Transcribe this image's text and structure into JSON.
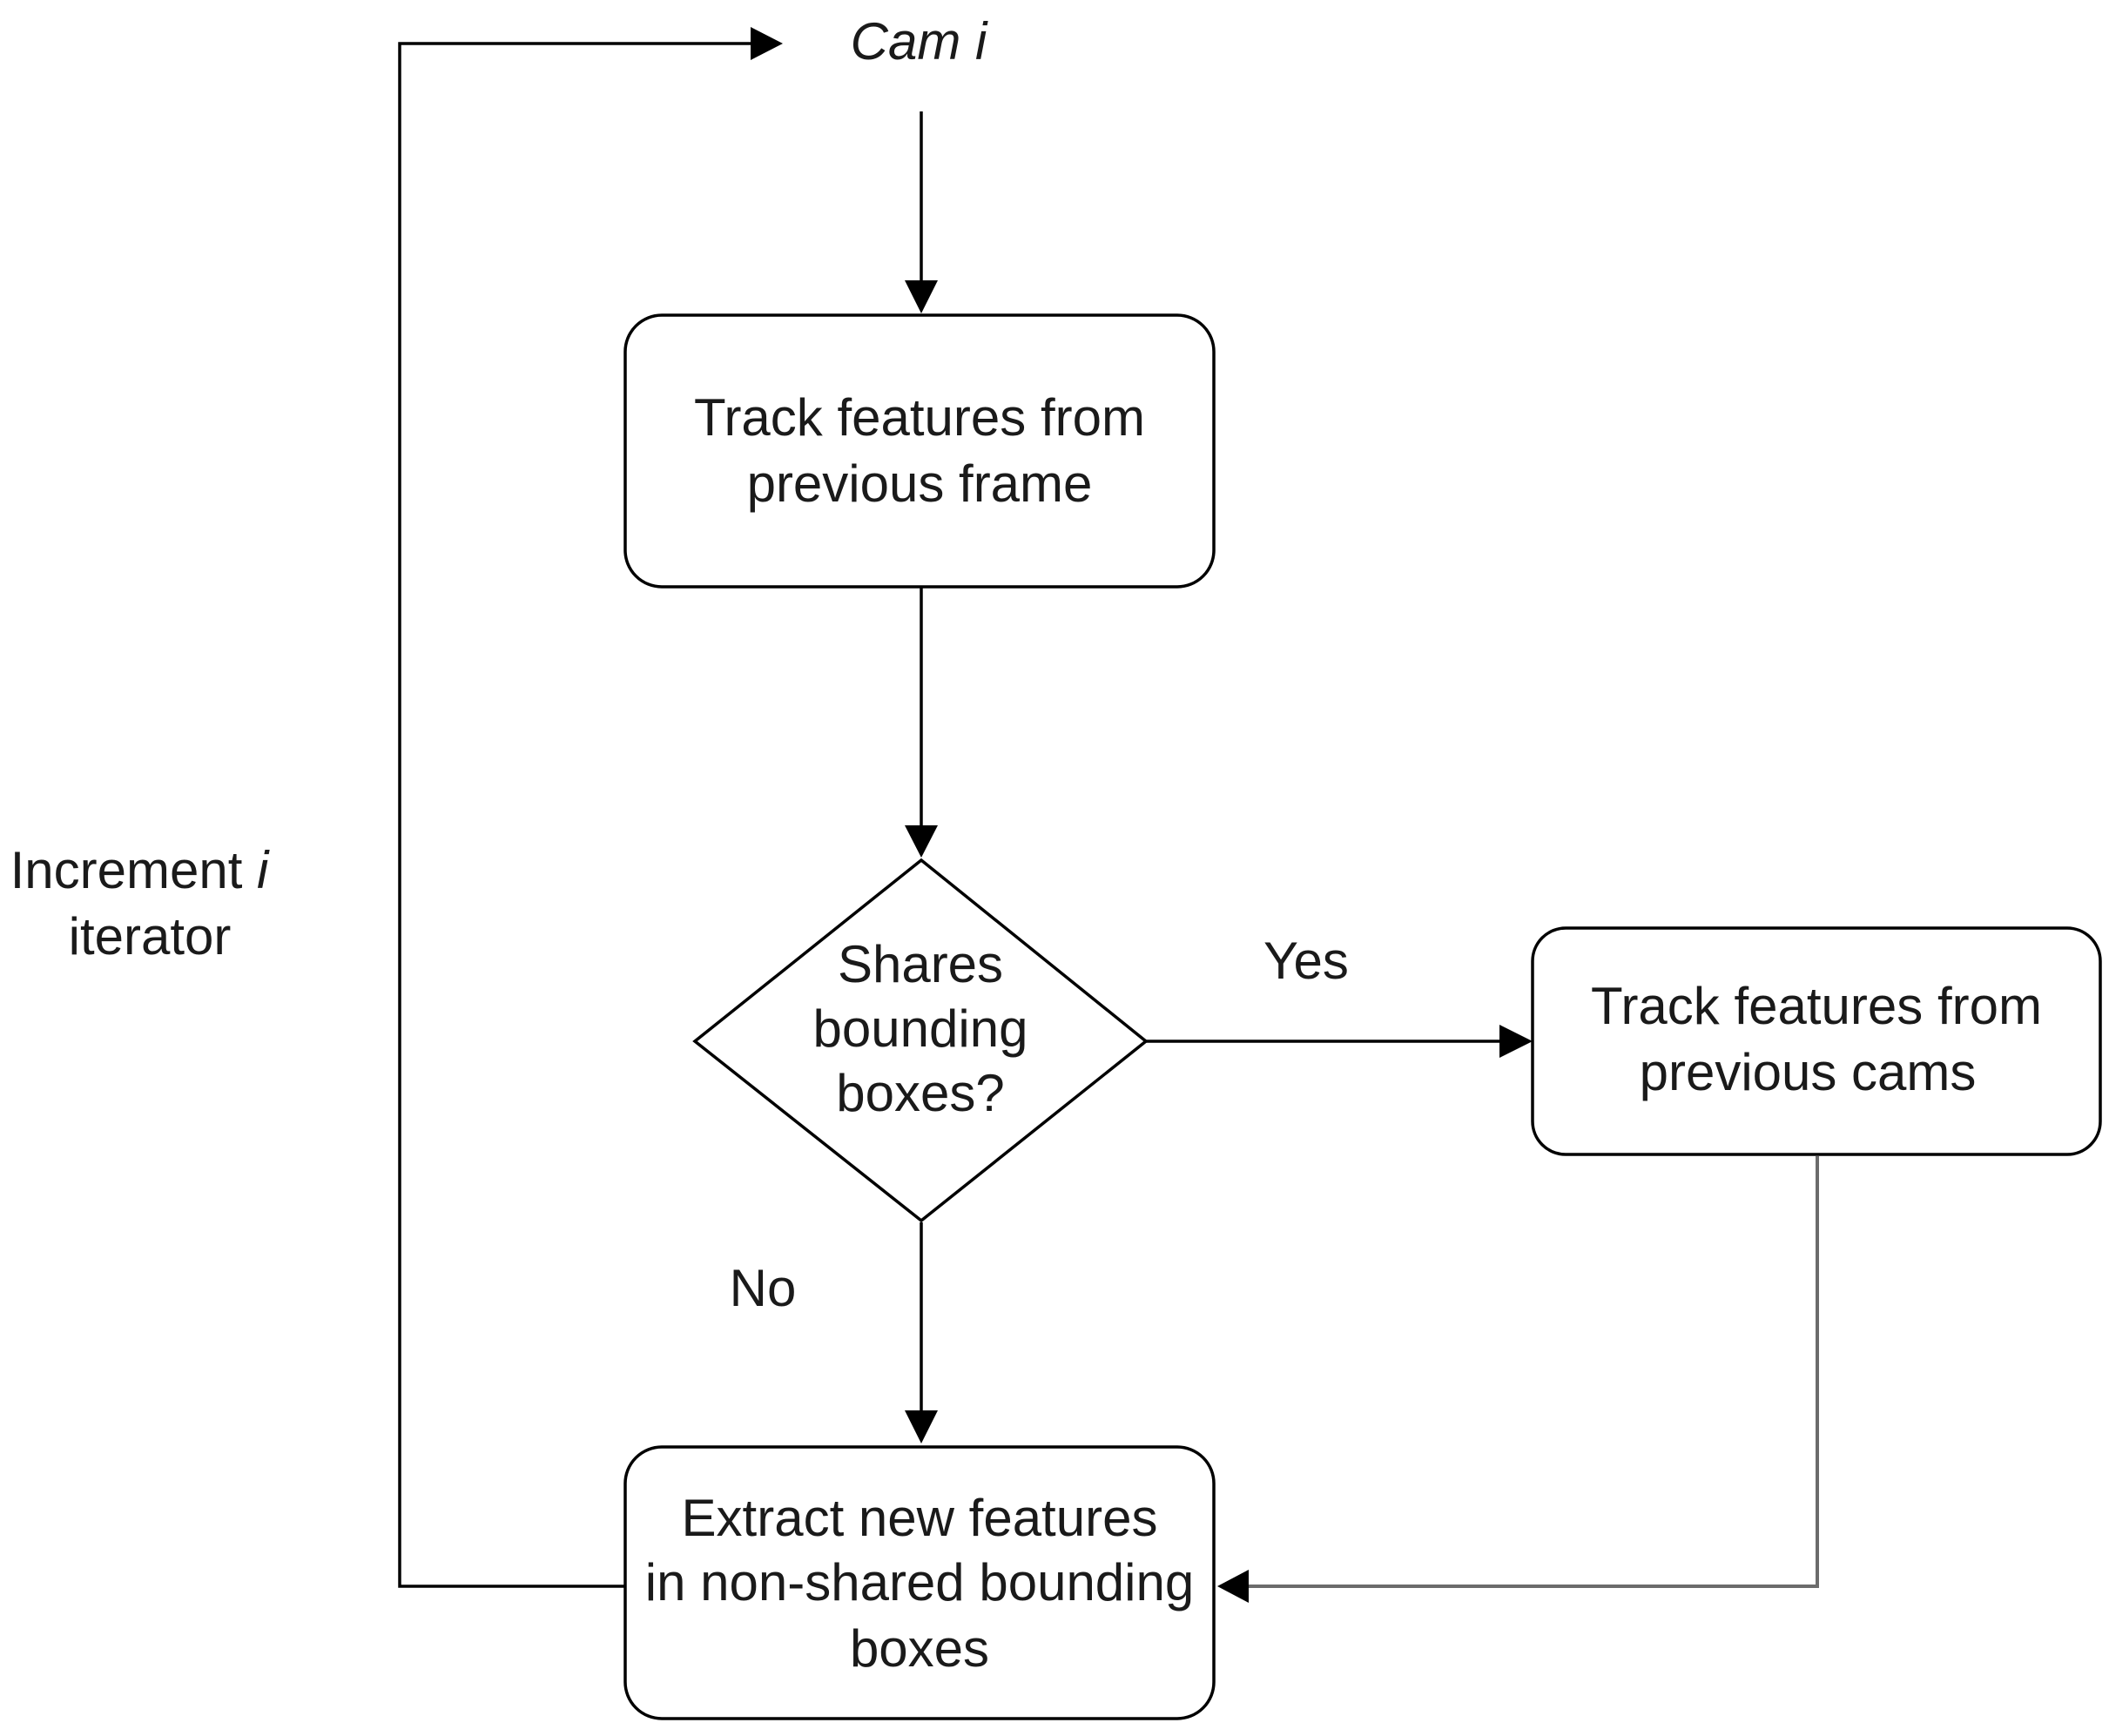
{
  "nodes": {
    "start": {
      "text": "Cam",
      "var": "i"
    },
    "track_prev_frame": {
      "line1": "Track features from",
      "line2": "previous frame"
    },
    "decision": {
      "line1": "Shares",
      "line2": "bounding",
      "line3": "boxes?"
    },
    "track_prev_cams": {
      "line1": "Track features from",
      "line2": "previous cams"
    },
    "extract_new": {
      "line1": "Extract new features",
      "line2": "in non-shared bounding",
      "line3": "boxes"
    }
  },
  "edges": {
    "yes_label": "Yes",
    "no_label": "No",
    "loop": {
      "line1_text": "Increment",
      "line1_var": "i",
      "line2": "iterator"
    }
  },
  "colors": {
    "stroke": "#000000",
    "return_edge": "#6b6b6b",
    "text": "#1a1a1a",
    "background": "#ffffff"
  }
}
